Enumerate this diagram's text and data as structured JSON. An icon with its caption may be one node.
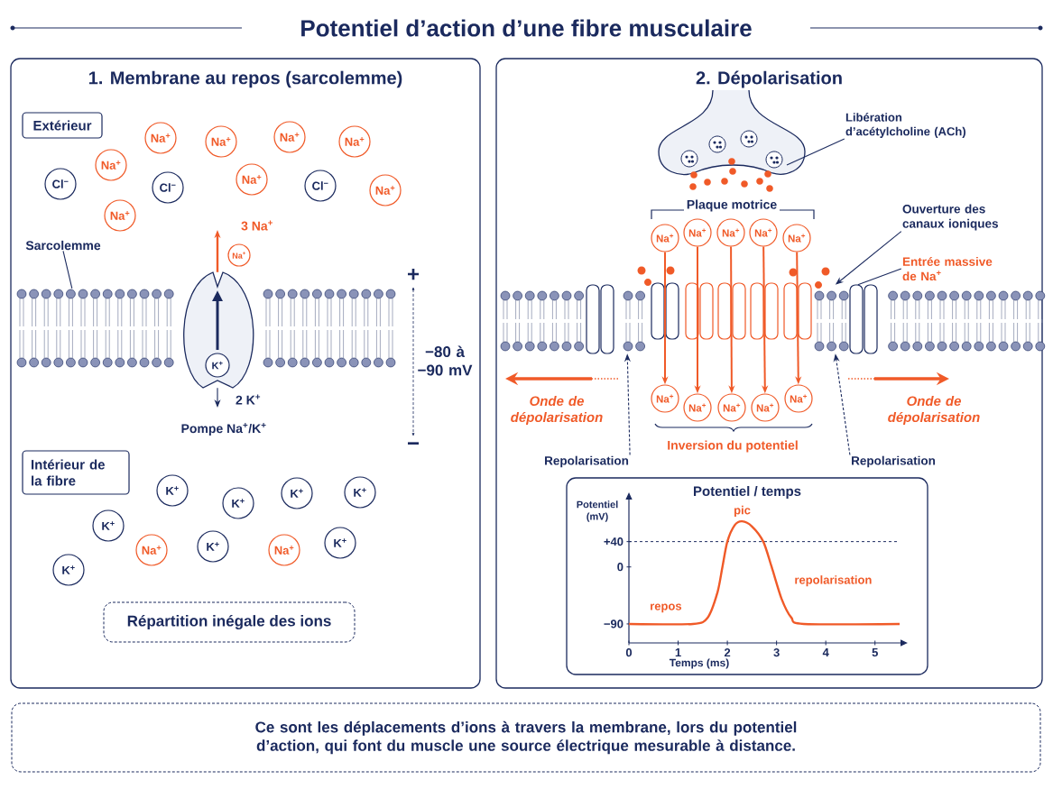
{
  "diagram": {
    "title": "Potentiel d’action d’une fibre musculaire",
    "nodes": [
      {
        "text": [
          "1. Membrane au repos (sarcolemme)"
        ]
      },
      {
        "text": [
          "Extérieur"
        ],
        "in": 0
      },
      {
        "text": [
          "Na$^{+}$"
        ],
        "in": 0
      },
      {
        "text": [
          "Na$^{+}$"
        ],
        "in": 0
      },
      {
        "text": [
          "Na$^{+}$"
        ],
        "in": 0
      },
      {
        "text": [
          "Na$^{+}$"
        ],
        "in": 0
      },
      {
        "text": [
          "Na$^{+}$"
        ],
        "in": 0
      },
      {
        "text": [
          "Na$^{+}$"
        ],
        "in": 0
      },
      {
        "text": [
          "Na$^{+}$"
        ],
        "in": 0
      },
      {
        "text": [
          "Na$^{+}$"
        ],
        "in": 0
      },
      {
        "text": [
          "Cl$^{−}$"
        ],
        "in": 0
      },
      {
        "text": [
          "Cl$^{−}$"
        ],
        "in": 0
      },
      {
        "text": [
          "Cl$^{−}$"
        ],
        "in": 0
      },
      {
        "text": [
          "Sarcolemme"
        ],
        "in": 0
      },
      {
        "text": [],
        "shape": "picture",
        "in": 0
      },
      {
        "text": [
          "Na$^{+}$"
        ],
        "in": 0
      },
      {
        "text": [
          "K$^{+}$"
        ],
        "in": 14
      },
      {
        "text": [
          "Intérieur de la fibre"
        ],
        "in": 0
      },
      {
        "text": [
          "K$^{+}$"
        ],
        "in": 0
      },
      {
        "text": [
          "K$^{+}$"
        ],
        "in": 0
      },
      {
        "text": [
          "K$^{+}$"
        ],
        "in": 0
      },
      {
        "text": [
          "K$^{+}$"
        ],
        "in": 0
      },
      {
        "text": [
          "K$^{+}$"
        ],
        "in": 0
      },
      {
        "text": [
          "K$^{+}$"
        ],
        "in": 0
      },
      {
        "text": [
          "K$^{+}$"
        ],
        "in": 0
      },
      {
        "text": [
          "K$^{+}$"
        ],
        "in": 0
      },
      {
        "text": [
          "Na$^{+}$"
        ],
        "in": 0
      },
      {
        "text": [
          "Na$^{+}$"
        ],
        "in": 0
      },
      {
        "text": [
          "Répartition inégale des ions"
        ],
        "in": 0
      },
      {
        "text": [
          "2. Dépolarisation"
        ]
      },
      {
        "text": [
          "Libération d’acétylcholine (ACh)"
        ],
        "in": 29
      },
      {
        "text": [
          "Na$^{+}$"
        ],
        "in": 29
      },
      {
        "text": [
          "Na$^{+}$"
        ],
        "in": 29
      },
      {
        "text": [
          "Na$^{+}$"
        ],
        "in": 29
      },
      {
        "text": [
          "Na$^{+}$"
        ],
        "in": 29
      },
      {
        "text": [
          "Na$^{+}$"
        ],
        "in": 29
      },
      {
        "text": [
          "Na$^{+}$"
        ],
        "in": 29
      },
      {
        "text": [
          "Na$^{+}$"
        ],
        "in": 29
      },
      {
        "text": [
          "Na$^{+}$"
        ],
        "in": 29
      },
      {
        "text": [
          "Na$^{+}$"
        ],
        "in": 29
      },
      {
        "text": [
          "Na$^{+}$"
        ],
        "in": 29
      },
      {
        "text": [
          "Ouverture des canaux ioniques"
        ],
        "in": 29
      },
      {
        "text": [
          "Entrée massive de Na$^{+}$"
        ],
        "in": 29
      },
      {
        "text": [
          "Repolarisation"
        ],
        "in": 29
      },
      {
        "text": [
          "Repolarisation"
        ],
        "in": 29
      },
      {
        "text": [
          "Ce sont les déplacements d’ions à travers la membrane, lors du potentiel d’action, qui font du muscle une source électrique mesurable à distance."
        ]
      },
      {
        "text": [],
        "shape": "bar",
        "in": 0
      },
      {
        "text": [],
        "shape": "bar",
        "in": 0
      },
      {
        "text": [],
        "shape": "bar",
        "in": 29
      },
      {
        "text": [],
        "shape": "bar",
        "in": 29
      }
    ],
    "edges": [
      {
        "from": 13,
        "to": 46,
        "arrow": "none"
      },
      {
        "from": 14,
        "to": null,
        "arrow": "to",
        "label": "3 Na$^{+}$",
        "color": "#f05a28"
      },
      {
        "from": 14,
        "to": null,
        "arrow": "to",
        "label": "2 K$^{+}$"
      },
      {
        "from": 30,
        "to": null,
        "arrow": "none"
      },
      {
        "from": 31,
        "to": 36,
        "arrow": "to",
        "color": "#f05a28"
      },
      {
        "from": 32,
        "to": 37,
        "arrow": "to",
        "color": "#f05a28"
      },
      {
        "from": 33,
        "to": 38,
        "arrow": "to",
        "color": "#f05a28"
      },
      {
        "from": 34,
        "to": 39,
        "arrow": "to",
        "color": "#f05a28"
      },
      {
        "from": 35,
        "to": 40,
        "arrow": "to",
        "color": "#f05a28"
      },
      {
        "from": 41,
        "to": 49,
        "arrow": "to"
      },
      {
        "from": 42,
        "to": 49,
        "arrow": "none"
      },
      {
        "from": 43,
        "to": 48,
        "arrow": "to",
        "style": "dashed"
      },
      {
        "from": 44,
        "to": 49,
        "arrow": "to",
        "style": "dashed"
      }
    ],
    "labels": [
      "+",
      "−80 à −90 mV",
      "−",
      "Plaque motrice",
      "Onde de dépolarisation",
      "Onde de dépolarisation",
      "Inversion du potentiel",
      "Pompe Na$^{+}$/K$^{+}$"
    ],
    "chart_data": {
      "type": "line",
      "title": "Potentiel / temps",
      "xlabel": "Temps (ms)",
      "ylabel": "Potentiel (mV)",
      "x": [
        0,
        1.3,
        1.6,
        1.8,
        1.9,
        2.0,
        2.15,
        2.3,
        2.5,
        2.73,
        2.9,
        3.1,
        3.3,
        3.55,
        5.5
      ],
      "series": [
        {
          "color": "#f05a28",
          "values": [
            -90,
            -90,
            -80,
            -40,
            0,
            40,
            66,
            72,
            64,
            40,
            0,
            -50,
            -80,
            -90,
            -90
          ]
        },
        {
          "color": "#1b2a5e",
          "line_style": "dashed",
          "values": [
            40,
            40,
            40,
            40,
            40,
            40,
            40,
            40,
            40,
            40,
            40,
            40,
            40,
            40,
            40
          ]
        }
      ],
      "xlim": [
        0,
        5.5
      ],
      "ylim": [
        -120,
        105
      ],
      "xticks": [
        0,
        1,
        2,
        3,
        4,
        5
      ],
      "yticks": [
        {
          "value": -90,
          "label": "−90"
        },
        0,
        {
          "value": 40,
          "label": "+40"
        }
      ],
      "annotations": [
        "pic",
        "repos",
        "repolarisation"
      ]
    }
  }
}
